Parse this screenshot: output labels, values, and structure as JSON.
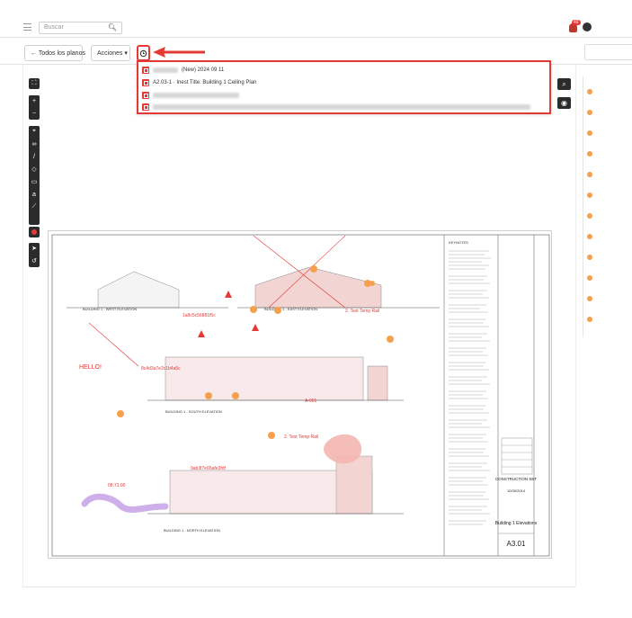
{
  "header": {
    "search_placeholder": "Buscar",
    "notification_count": "49"
  },
  "toolbar": {
    "back_label": "← Todos los planos",
    "actions_label": "Acciones ▾",
    "history_icon": "history-icon"
  },
  "revisions": {
    "items": [
      {
        "label": "(New) 2024 09 11"
      },
      {
        "label": "A2.03-1 · Inest Title: Building 1 Ceiling Plan"
      },
      {
        "label": ""
      },
      {
        "label": ""
      }
    ]
  },
  "drawing": {
    "elevations": [
      "BUILDING 1 - WEST ELEVATION",
      "BUILDING 1 - EAST ELEVATION",
      "BUILDING 1 - SOUTH ELEVATION",
      "BUILDING 1 - NORTH ELEVATION"
    ],
    "markup_hello": "HELLO!",
    "markup_labels": [
      "1a8c5c56881f5c",
      "8c4d3a7e2c1b4a5c",
      "9ab3f7e65afe3fdf",
      "2. Test Temp Rail",
      "A-001",
      "08:71:00",
      "2. Test Temp Rail"
    ],
    "keynotes_title": "KEYNOTES",
    "title_block": {
      "status": "CONSTRUCTION SET",
      "date": "10/30/2014",
      "sheet_title": "Building 1 Elevations",
      "sheet_number": "A3.01"
    }
  },
  "colors": {
    "accent": "#e53935",
    "markup": "#e53935",
    "marker": "#f6a04d",
    "cloud": "#f4b6b0",
    "highlight": "#c9a6e8"
  }
}
